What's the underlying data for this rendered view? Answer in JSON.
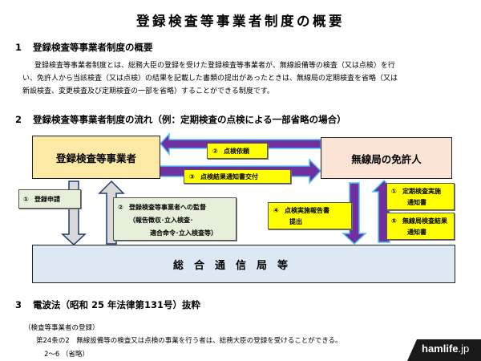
{
  "title": "登録検査等事業者制度の概要",
  "section1": {
    "number": "1",
    "heading": "登録検査等事業者制度の概要",
    "lines": [
      "登録検査等事業者制度とは、総務大臣の登録を受けた登録検査等事業者が、無線設備等の検査（又は点検）を行",
      "い、免許人から当該検査（又は点検）の結果を記載した書類の提出があったときは、無線局の定期検査を省略（又は",
      "新設検査、変更検査及び定期検査の一部を省略）することができる制度です。"
    ]
  },
  "section2": {
    "number": "2",
    "heading": "登録検査等事業者制度の流れ（例：定期検査の点検による一部省略の場合）"
  },
  "diagram": {
    "nodes": {
      "inspector": "登録検査等事業者",
      "licensee": "無線局の免許人",
      "bureau": "総　合　通　信　局　等"
    },
    "labels": {
      "request": {
        "num": "②",
        "text": "点検依頼"
      },
      "result_notice": {
        "num": "③",
        "text": "点検結果通知書交付"
      },
      "registration": {
        "num": "①",
        "text": "登録申請"
      },
      "supervision": {
        "num": "②",
        "line1": "登録検査等事業者への監督",
        "line2": "（報告徴収･立入検査･",
        "line3": "適合命令･立入検査等）"
      },
      "report": {
        "num": "④",
        "line1": "点検実施報告書",
        "line2": "提出"
      },
      "periodic_notice": {
        "num": "①",
        "line1": "定期検査実施",
        "line2": "通知書"
      },
      "station_result": {
        "num": "⑤",
        "line1": "無線局検査結果",
        "line2": "通知書"
      }
    },
    "colors": {
      "inspector_fill": "#fde9a6",
      "licensee_fill": "#fbe4d6",
      "bureau_fill": "#dce9f5",
      "purple_arrow": "#7030a0",
      "arrow_outline": "#4fc3f7",
      "gray_arrow": "#d9d9d9",
      "navy_outline": "#1f3a6e",
      "label_yellow": "#ffff00",
      "label_green": "#e6efd9"
    }
  },
  "section3": {
    "number": "3",
    "heading": "電波法（昭和 25 年法律第131号）抜粋",
    "caption": "（検査等事業者の登録）",
    "article": "第24条の2　無線設備等の検査又は点検の事業を行う者は、総務大臣の登録を受けることができる。",
    "omitted": "2～6 （省略）"
  },
  "watermark": {
    "brand": "hamlife",
    "suffix": ".jp"
  }
}
